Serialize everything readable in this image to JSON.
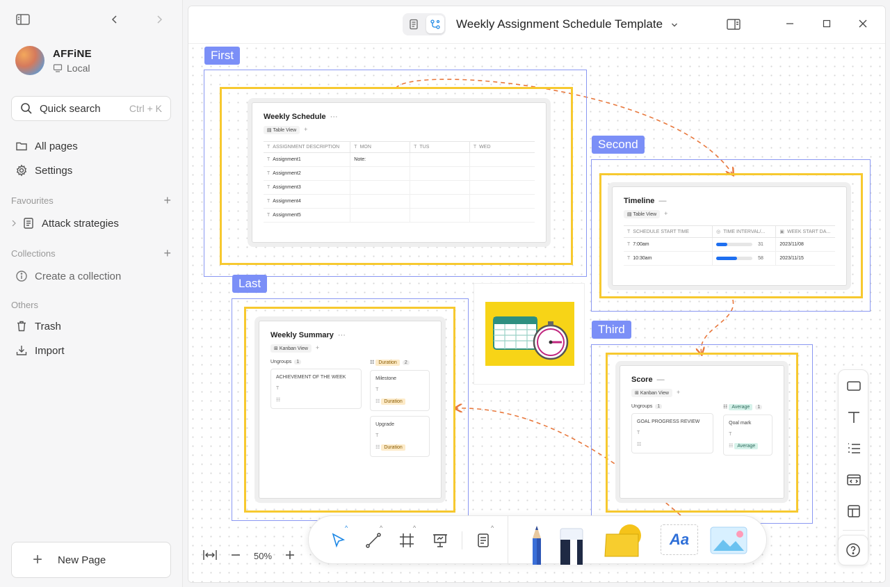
{
  "sidebar": {
    "workspace_name": "AFFiNE",
    "workspace_type": "Local",
    "search_label": "Quick search",
    "search_shortcut": "Ctrl + K",
    "all_pages": "All pages",
    "settings": "Settings",
    "favourites_title": "Favourites",
    "favourite_item": "Attack strategies",
    "collections_title": "Collections",
    "create_collection": "Create a collection",
    "others_title": "Others",
    "trash": "Trash",
    "import": "Import",
    "new_page": "New Page"
  },
  "header": {
    "title": "Weekly Assignment Schedule Template"
  },
  "frames": {
    "first": "First",
    "second": "Second",
    "third": "Third",
    "last": "Last"
  },
  "weekly_schedule": {
    "title": "Weekly Schedule",
    "view": "Table View",
    "columns": [
      "ASSIGNMENT DESCRIPTION",
      "MON",
      "TUS",
      "WED"
    ],
    "rows": [
      [
        "Assignment1",
        "Note:",
        "",
        ""
      ],
      [
        "Assignment2",
        "",
        "",
        ""
      ],
      [
        "Assignment3",
        "",
        "",
        ""
      ],
      [
        "Assignment4",
        "",
        "",
        ""
      ],
      [
        "Assignment5",
        "",
        "",
        ""
      ]
    ]
  },
  "timeline": {
    "title": "Timeline",
    "view": "Table View",
    "columns": [
      "SCHEDULE START TIME",
      "TIME INTERVAL/...",
      "WEEK START DA..."
    ],
    "rows": [
      {
        "time": "7:00am",
        "progress": 31,
        "date": "2023/11/08"
      },
      {
        "time": "10:30am",
        "progress": 58,
        "date": "2023/11/15"
      }
    ]
  },
  "weekly_summary": {
    "title": "Weekly Summary",
    "view": "Kanban View",
    "group1_title": "Ungroups",
    "group1_count": "1",
    "group1_card": "ACHIEVEMENT OF THE WEEK",
    "group2_title": "Duration",
    "group2_count": "2",
    "group2_cards": [
      "Milestone",
      "Upgrade"
    ],
    "tag": "Duration"
  },
  "score": {
    "title": "Score",
    "view": "Kanban View",
    "group1_title": "Ungroups",
    "group1_count": "1",
    "group1_card": "GOAL PROGRESS REVIEW",
    "group2_title": "Average",
    "group2_count": "1",
    "group2_card": "Qoal mark",
    "tag": "Average"
  },
  "zoom": {
    "level": "50%"
  },
  "toolbar": {
    "text_tool": "Aa"
  },
  "colors": {
    "frame_label": "#7b8ff7",
    "frame_border": "#8997f2",
    "highlight": "#f7c92f",
    "connector": "#e8783d",
    "accent": "#1e6ff0"
  }
}
